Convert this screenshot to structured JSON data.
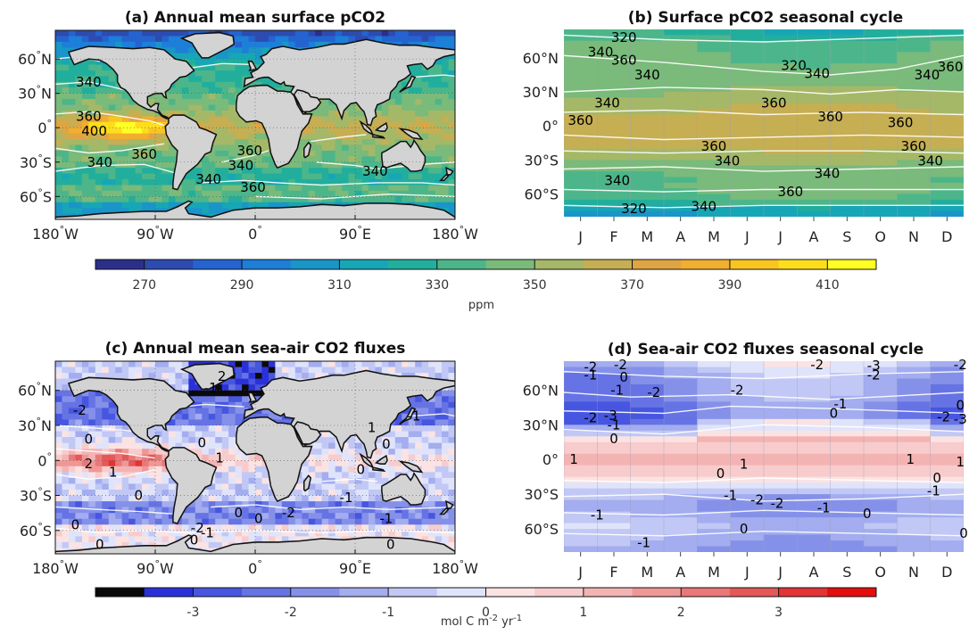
{
  "chart_data": [
    {
      "panel": "a",
      "type": "heatmap",
      "title": "(a) Annual mean surface pCO2",
      "x_ticks": [
        "180",
        "90",
        "0",
        "90",
        "180"
      ],
      "x_tick_suffix": [
        "°W",
        "°W",
        "°",
        "°E",
        "°W"
      ],
      "y_ticks": [
        "60",
        "30",
        "0",
        "30",
        "60"
      ],
      "y_tick_suffix": [
        "°N",
        "°N",
        "°",
        "°S",
        "°S"
      ],
      "lat_range": [
        -80,
        85
      ],
      "lon_range": [
        -180,
        180
      ],
      "contour_labels": [
        {
          "text": "340",
          "lon": -150,
          "lat": 40
        },
        {
          "text": "340",
          "lon": -140,
          "lat": -30
        },
        {
          "text": "360",
          "lon": -150,
          "lat": 10
        },
        {
          "text": "400",
          "lon": -145,
          "lat": -3
        },
        {
          "text": "360",
          "lon": -100,
          "lat": -23
        },
        {
          "text": "340",
          "lon": -13,
          "lat": -33
        },
        {
          "text": "360",
          "lon": -5,
          "lat": -20
        },
        {
          "text": "340",
          "lon": -42,
          "lat": -45
        },
        {
          "text": "360",
          "lon": -2,
          "lat": -52
        },
        {
          "text": "340",
          "lon": 108,
          "lat": -38
        }
      ]
    },
    {
      "panel": "b",
      "type": "heatmap",
      "title": "(b) Surface pCO2 seasonal cycle",
      "x_ticks": [
        "J",
        "F",
        "M",
        "A",
        "M",
        "J",
        "J",
        "A",
        "S",
        "O",
        "N",
        "D"
      ],
      "y_ticks": [
        "60°N",
        "30°N",
        "0°",
        "30°S",
        "60°S"
      ],
      "lat_range": [
        -80,
        85
      ],
      "zonal_profile_lat": [
        85,
        75,
        65,
        55,
        45,
        35,
        25,
        15,
        5,
        -5,
        -15,
        -25,
        -35,
        -45,
        -55,
        -65,
        -75
      ],
      "zonal_profile_ppm": [
        322,
        336,
        340,
        342,
        344,
        348,
        354,
        360,
        366,
        370,
        364,
        356,
        346,
        340,
        342,
        338,
        310
      ],
      "contour_labels": [
        {
          "text": "320",
          "month": 1.8,
          "lat": 78
        },
        {
          "text": "340",
          "month": 1.1,
          "lat": 65
        },
        {
          "text": "360",
          "month": 1.8,
          "lat": 58
        },
        {
          "text": "340",
          "month": 2.5,
          "lat": 45
        },
        {
          "text": "320",
          "month": 6.9,
          "lat": 53
        },
        {
          "text": "340",
          "month": 7.6,
          "lat": 46
        },
        {
          "text": "340",
          "month": 10.9,
          "lat": 45
        },
        {
          "text": "360",
          "month": 11.6,
          "lat": 52
        },
        {
          "text": "340",
          "month": 1.3,
          "lat": 20
        },
        {
          "text": "360",
          "month": 0.5,
          "lat": 5
        },
        {
          "text": "360",
          "month": 6.3,
          "lat": 20
        },
        {
          "text": "360",
          "month": 8.0,
          "lat": 8
        },
        {
          "text": "360",
          "month": 10.1,
          "lat": 3
        },
        {
          "text": "360",
          "month": 4.5,
          "lat": -18
        },
        {
          "text": "340",
          "month": 4.9,
          "lat": -31
        },
        {
          "text": "360",
          "month": 10.5,
          "lat": -18
        },
        {
          "text": "340",
          "month": 11.0,
          "lat": -31
        },
        {
          "text": "340",
          "month": 1.6,
          "lat": -48
        },
        {
          "text": "340",
          "month": 7.9,
          "lat": -42
        },
        {
          "text": "360",
          "month": 6.8,
          "lat": -58
        },
        {
          "text": "320",
          "month": 2.1,
          "lat": -73
        },
        {
          "text": "340",
          "month": 4.2,
          "lat": -71
        }
      ]
    },
    {
      "panel": "colorbar1",
      "type": "colorbar",
      "label": "ppm",
      "ticks": [
        "270",
        "290",
        "310",
        "330",
        "350",
        "370",
        "390",
        "410"
      ],
      "range": [
        260,
        420
      ],
      "step": 10,
      "colors": [
        "#2b2f8a",
        "#2d4bb0",
        "#2563d0",
        "#1d7fd8",
        "#1a95c8",
        "#17a6b6",
        "#22ae9c",
        "#4cb68a",
        "#7aba7a",
        "#a5b867",
        "#c6ae53",
        "#dfa542",
        "#f1ae2f",
        "#f9c520",
        "#fdde1c",
        "#ffff26"
      ]
    },
    {
      "panel": "c",
      "type": "heatmap",
      "title": "(c) Annual mean sea-air CO2 fluxes",
      "x_ticks": [
        "180",
        "90",
        "0",
        "90",
        "180"
      ],
      "x_tick_suffix": [
        "°W",
        "°W",
        "°",
        "°E",
        "°W"
      ],
      "y_ticks": [
        "60",
        "30",
        "0",
        "30",
        "60"
      ],
      "y_tick_suffix": [
        "°N",
        "°N",
        "°",
        "°S",
        "°S"
      ],
      "lat_range": [
        -80,
        85
      ],
      "lon_range": [
        -180,
        180
      ],
      "contour_labels": [
        {
          "text": "-2",
          "lon": -158,
          "lat": 43
        },
        {
          "text": "0",
          "lon": -150,
          "lat": 18
        },
        {
          "text": "2",
          "lon": -150,
          "lat": -3
        },
        {
          "text": "1",
          "lon": -128,
          "lat": -10
        },
        {
          "text": "0",
          "lon": -105,
          "lat": -30
        },
        {
          "text": "0",
          "lon": -162,
          "lat": -55
        },
        {
          "text": "0",
          "lon": -140,
          "lat": -72
        },
        {
          "text": "-1",
          "lon": -40,
          "lat": 62
        },
        {
          "text": "2",
          "lon": -30,
          "lat": 72
        },
        {
          "text": "0",
          "lon": -48,
          "lat": 15
        },
        {
          "text": "1",
          "lon": -32,
          "lat": 2
        },
        {
          "text": "0",
          "lon": 3,
          "lat": -50
        },
        {
          "text": "-2",
          "lon": 30,
          "lat": -45
        },
        {
          "text": "-2",
          "lon": -52,
          "lat": -58
        },
        {
          "text": "-1",
          "lon": -43,
          "lat": -62
        },
        {
          "text": "0",
          "lon": -55,
          "lat": -68
        },
        {
          "text": "0",
          "lon": -15,
          "lat": -45
        },
        {
          "text": "-1",
          "lon": 82,
          "lat": -32
        },
        {
          "text": "0",
          "lon": 95,
          "lat": -8
        },
        {
          "text": "-1",
          "lon": 118,
          "lat": -50
        },
        {
          "text": "0",
          "lon": 122,
          "lat": -72
        },
        {
          "text": "1",
          "lon": 105,
          "lat": 28
        },
        {
          "text": "0",
          "lon": 118,
          "lat": 14
        },
        {
          "text": "-1",
          "lon": 143,
          "lat": 38
        }
      ]
    },
    {
      "panel": "d",
      "type": "heatmap",
      "title": "(d) Sea-air CO2 fluxes seasonal cycle",
      "x_ticks": [
        "J",
        "F",
        "M",
        "A",
        "M",
        "J",
        "J",
        "A",
        "S",
        "O",
        "N",
        "D"
      ],
      "y_ticks": [
        "60°N",
        "30°N",
        "0°",
        "30°S",
        "60°S"
      ],
      "lat_range": [
        -80,
        85
      ],
      "zonal_profile_lat": [
        85,
        75,
        65,
        55,
        45,
        35,
        25,
        15,
        5,
        -5,
        -15,
        -25,
        -35,
        -45,
        -55,
        -65,
        -75
      ],
      "zonal_profile_flux": [
        -0.5,
        -1.2,
        -1.4,
        -1.6,
        -1.9,
        -2.1,
        -1.0,
        0.4,
        1.0,
        1.0,
        0.5,
        -0.5,
        -1.4,
        -1.5,
        -0.8,
        -1.1,
        -1.4
      ],
      "contour_labels": [
        {
          "text": "-2",
          "month": 0.8,
          "lat": 80
        },
        {
          "text": "-2",
          "month": 1.7,
          "lat": 82
        },
        {
          "text": "-1",
          "month": 0.8,
          "lat": 73
        },
        {
          "text": "0",
          "month": 1.8,
          "lat": 71
        },
        {
          "text": "-1",
          "month": 1.6,
          "lat": 60
        },
        {
          "text": "-2",
          "month": 2.7,
          "lat": 58
        },
        {
          "text": "-2",
          "month": 0.8,
          "lat": 36
        },
        {
          "text": "-3",
          "month": 1.4,
          "lat": 38
        },
        {
          "text": "-1",
          "month": 1.5,
          "lat": 30
        },
        {
          "text": "0",
          "month": 1.5,
          "lat": 18
        },
        {
          "text": "-2",
          "month": 5.2,
          "lat": 60
        },
        {
          "text": "-2",
          "month": 7.6,
          "lat": 82
        },
        {
          "text": "-3",
          "month": 9.3,
          "lat": 81
        },
        {
          "text": "-2",
          "month": 9.3,
          "lat": 73
        },
        {
          "text": "-1",
          "month": 8.3,
          "lat": 48
        },
        {
          "text": "0",
          "month": 8.1,
          "lat": 40
        },
        {
          "text": "-2",
          "month": 11.9,
          "lat": 82
        },
        {
          "text": "0",
          "month": 11.9,
          "lat": 47
        },
        {
          "text": "-2",
          "month": 11.4,
          "lat": 37
        },
        {
          "text": "-3",
          "month": 11.9,
          "lat": 35
        },
        {
          "text": "1",
          "month": 0.3,
          "lat": 0
        },
        {
          "text": "0",
          "month": 4.7,
          "lat": -12
        },
        {
          "text": "1",
          "month": 5.4,
          "lat": -4
        },
        {
          "text": "1",
          "month": 10.4,
          "lat": 0
        },
        {
          "text": "1",
          "month": 11.9,
          "lat": -2
        },
        {
          "text": "0",
          "month": 11.2,
          "lat": -16
        },
        {
          "text": "-1",
          "month": 11.1,
          "lat": -27
        },
        {
          "text": "-1",
          "month": 5.0,
          "lat": -31
        },
        {
          "text": "-2",
          "month": 5.8,
          "lat": -35
        },
        {
          "text": "-2",
          "month": 6.4,
          "lat": -38
        },
        {
          "text": "-1",
          "month": 7.8,
          "lat": -42
        },
        {
          "text": "0",
          "month": 9.1,
          "lat": -47
        },
        {
          "text": "-1",
          "month": 1.0,
          "lat": -48
        },
        {
          "text": "0",
          "month": 5.4,
          "lat": -60
        },
        {
          "text": "-1",
          "month": 2.4,
          "lat": -72
        },
        {
          "text": "0",
          "month": 12.0,
          "lat": -64
        }
      ]
    },
    {
      "panel": "colorbar2",
      "type": "colorbar",
      "label": "mol C m",
      "label_sup1": "-2",
      "label_mid": " yr",
      "label_sup2": "-1",
      "ticks": [
        "-3",
        "-2",
        "-1",
        "0",
        "1",
        "2",
        "3"
      ],
      "range": [
        -4,
        4
      ],
      "step": 0.5,
      "colors": [
        "#0a0a0a",
        "#2b31d9",
        "#4756e0",
        "#6673e4",
        "#8591e9",
        "#a3adef",
        "#c1c8f5",
        "#e0e4fb",
        "#fbe3e3",
        "#f8cccc",
        "#f4b3b3",
        "#ef9797",
        "#ea7878",
        "#e45858",
        "#e23434",
        "#e60d0d"
      ]
    }
  ]
}
